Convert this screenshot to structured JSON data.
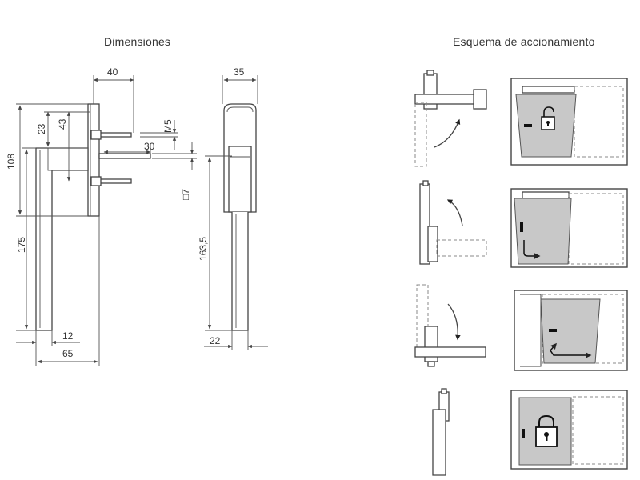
{
  "titles": {
    "dimensions": "Dimensiones",
    "scheme": "Esquema de accionamiento"
  },
  "dimensions": {
    "d40": "40",
    "d35": "35",
    "d23": "23",
    "d43": "43",
    "m5": "M5",
    "d30": "30",
    "d108": "108",
    "sq7": "□7",
    "d175": "175",
    "d163": "163,5",
    "d12": "12",
    "d65": "65",
    "d22": "22"
  },
  "scheme_steps": [
    {
      "name": "tilt",
      "icon": "unlock-icon"
    },
    {
      "name": "open",
      "icon": "arrow-right-icon"
    },
    {
      "name": "close",
      "icon": "arrow-return-icon"
    },
    {
      "name": "lock",
      "icon": "lock-icon"
    }
  ],
  "colors": {
    "line": "#444444",
    "sash_fill": "#c8c8c8"
  }
}
